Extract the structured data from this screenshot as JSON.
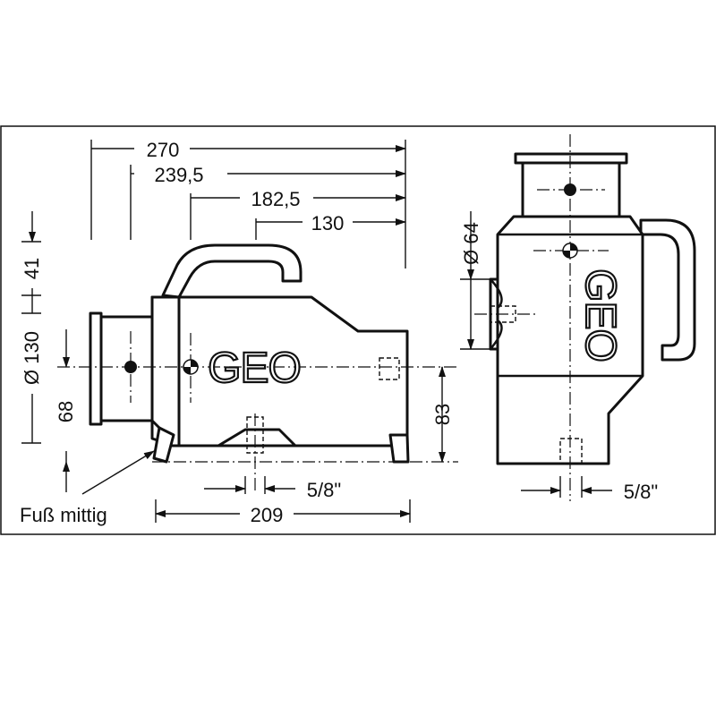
{
  "dimensions": {
    "d270": "270",
    "d239": "239,5",
    "d182": "182,5",
    "d130_top": "130",
    "d41": "41",
    "d130_dia": "Ø 130",
    "d68": "68",
    "d83": "83",
    "d58_front": "5/8\"",
    "d209": "209",
    "d64": "Ø 64",
    "d58_side": "5/8\""
  },
  "notes": {
    "foot": "Fuß mittig"
  },
  "logo": {
    "text": "GEO"
  }
}
